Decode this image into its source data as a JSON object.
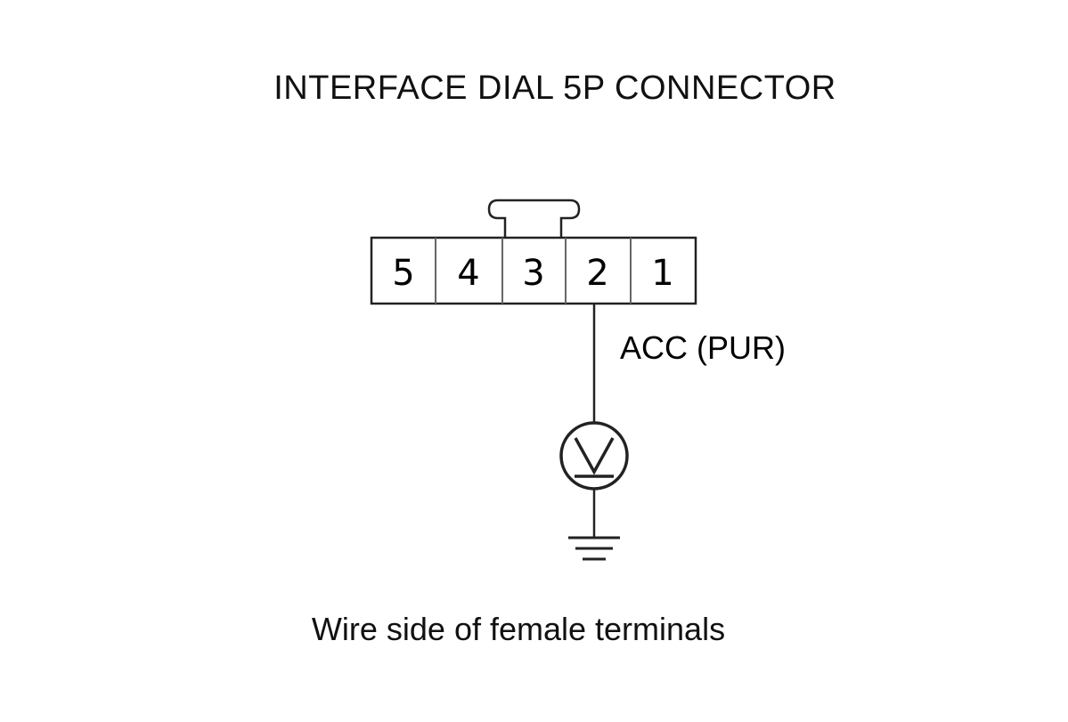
{
  "diagram": {
    "title": "INTERFACE DIAL 5P CONNECTOR",
    "connector": {
      "pins": [
        "5",
        "4",
        "3",
        "2",
        "1"
      ]
    },
    "wire": {
      "label": "ACC (PUR)",
      "pin": "2"
    },
    "meter": {
      "symbol": "V"
    },
    "caption": "Wire side of female terminals"
  }
}
